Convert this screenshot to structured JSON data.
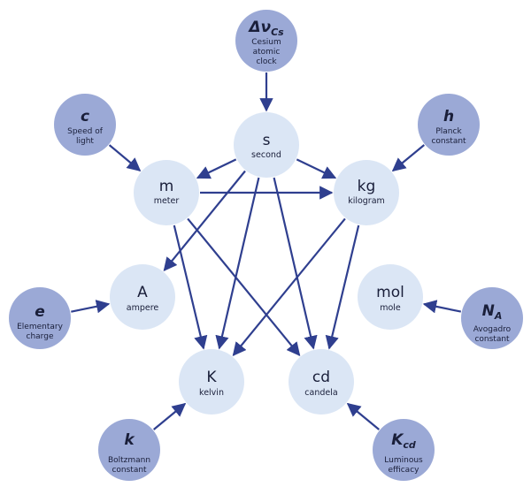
{
  "units": {
    "s": {
      "symbol": "s",
      "name": "second"
    },
    "m": {
      "symbol": "m",
      "name": "meter"
    },
    "kg": {
      "symbol": "kg",
      "name": "kilogram"
    },
    "A": {
      "symbol": "A",
      "name": "ampere"
    },
    "mol": {
      "symbol": "mol",
      "name": "mole"
    },
    "K": {
      "symbol": "K",
      "name": "kelvin"
    },
    "cd": {
      "symbol": "cd",
      "name": "candela"
    }
  },
  "constants": {
    "cs": {
      "symbol": "Δν",
      "sub": "Cs",
      "lines": [
        "Cesium",
        "atomic",
        "clock"
      ]
    },
    "c": {
      "symbol": "c",
      "sub": "",
      "lines": [
        "Speed of",
        "light"
      ]
    },
    "h": {
      "symbol": "h",
      "sub": "",
      "lines": [
        "Planck",
        "constant"
      ]
    },
    "e": {
      "symbol": "e",
      "sub": "",
      "lines": [
        "Elementary",
        "charge"
      ]
    },
    "NA": {
      "symbol": "N",
      "sub": "A",
      "lines": [
        "Avogadro",
        "constant"
      ]
    },
    "k": {
      "symbol": "k",
      "sub": "",
      "lines": [
        "Boltzmann",
        "constant"
      ]
    },
    "Kcd": {
      "symbol": "K",
      "sub": "cd",
      "lines": [
        "Luminous",
        "efficacy"
      ]
    }
  },
  "colors": {
    "unit_fill": "#dbe6f5",
    "constant_fill": "#9ba9d6",
    "arrow": "#2f3f8f"
  },
  "edges": [
    [
      "cs",
      "s"
    ],
    [
      "c",
      "m"
    ],
    [
      "h",
      "kg"
    ],
    [
      "e",
      "A"
    ],
    [
      "NA",
      "mol"
    ],
    [
      "k",
      "K"
    ],
    [
      "Kcd",
      "cd"
    ],
    [
      "s",
      "m"
    ],
    [
      "s",
      "kg"
    ],
    [
      "m",
      "kg"
    ],
    [
      "s",
      "A"
    ],
    [
      "s",
      "K"
    ],
    [
      "s",
      "cd"
    ],
    [
      "m",
      "K"
    ],
    [
      "m",
      "cd"
    ],
    [
      "kg",
      "K"
    ],
    [
      "kg",
      "cd"
    ]
  ]
}
